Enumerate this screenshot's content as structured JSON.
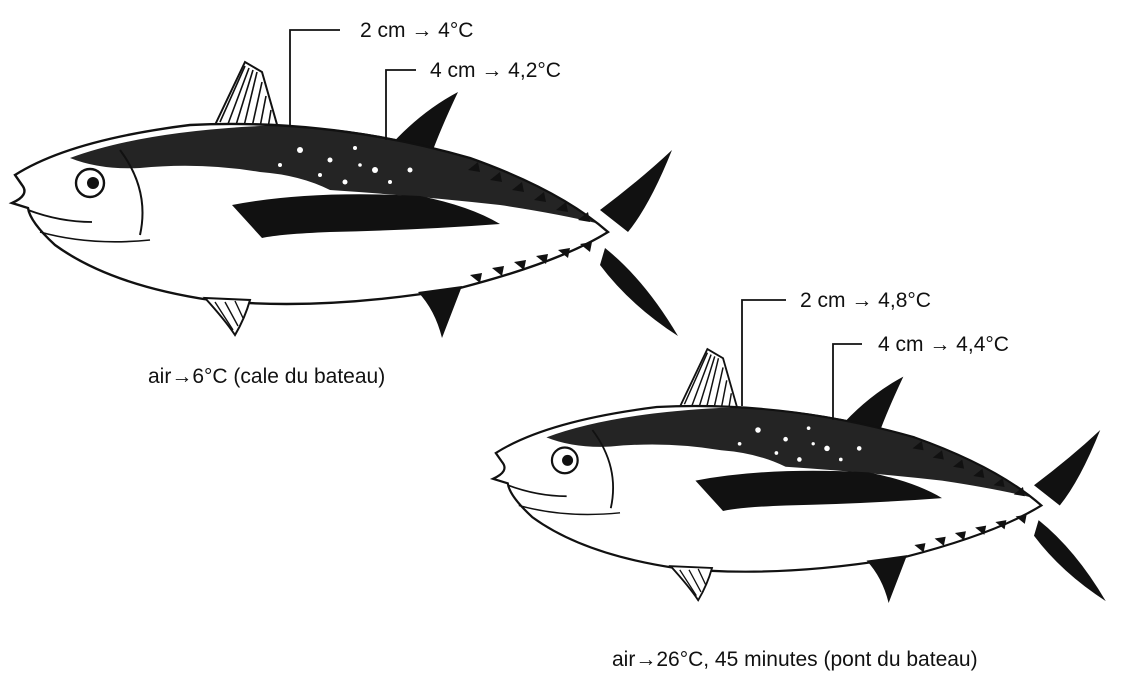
{
  "fish_1": {
    "depth_label_1": "2 cm → 4°C",
    "depth_label_2": "4 cm → 4,2°C",
    "caption": "air→6°C (cale du bateau)"
  },
  "fish_2": {
    "depth_label_1": "2 cm → 4,8°C",
    "depth_label_2": "4 cm → 4,4°C",
    "caption": "air→26°C, 45 minutes (pont du bateau)"
  },
  "colors": {
    "ink": "#111111",
    "background": "#ffffff"
  }
}
